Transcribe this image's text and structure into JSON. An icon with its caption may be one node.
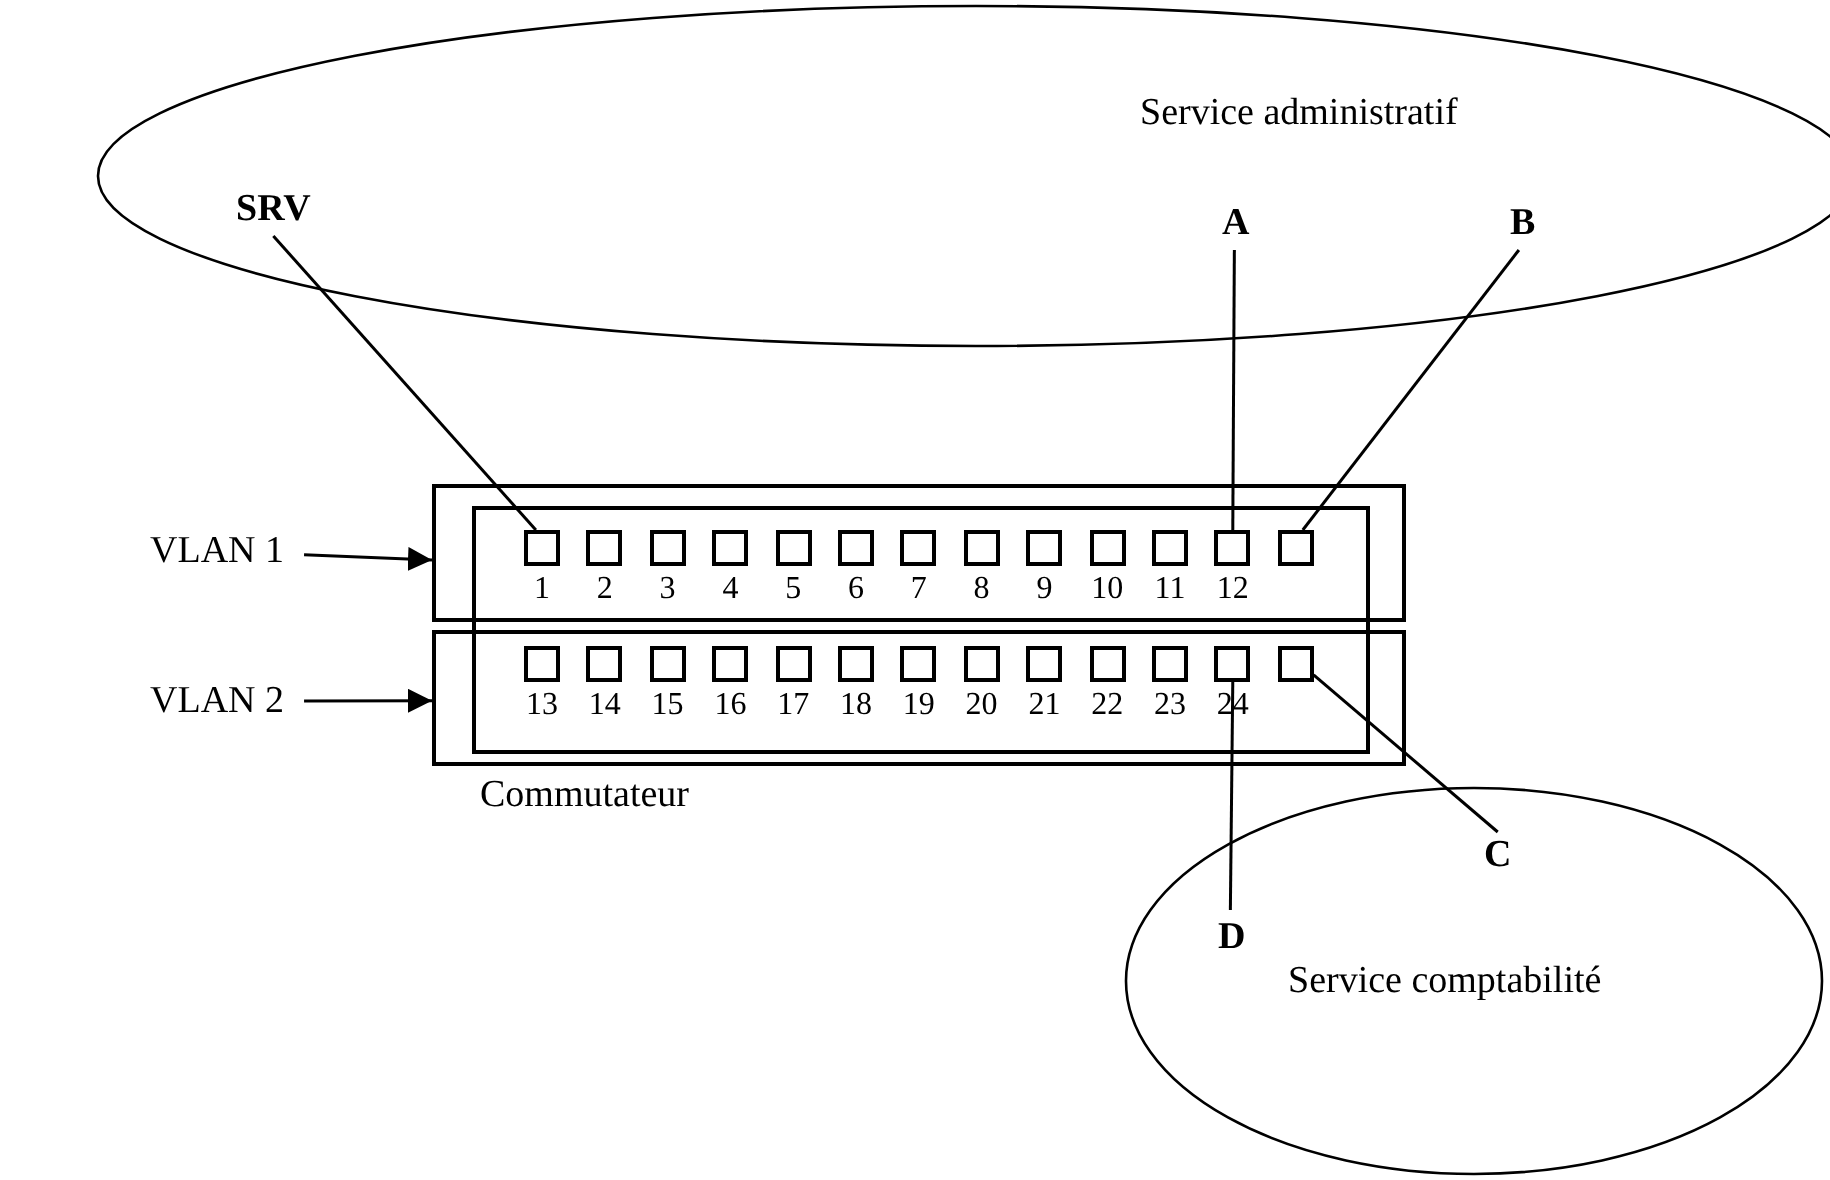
{
  "diagram": {
    "nodes": [
      {
        "text": [
          "Service administratif"
        ]
      },
      {
        "text": [
          "SRV"
        ],
        "in": 0
      },
      {
        "text": [
          "A"
        ],
        "in": 0
      },
      {
        "text": [
          "B"
        ],
        "in": 0
      },
      {
        "text": [
          "VLAN 1"
        ]
      },
      {
        "text": [
          "VLAN 2"
        ]
      },
      {
        "text": [],
        "shape": "box"
      },
      {
        "text": [],
        "shape": "box"
      },
      {
        "text": [],
        "shape": "box"
      },
      {
        "text": [],
        "shape": "box",
        "beside": [
          "1"
        ]
      },
      {
        "text": [],
        "shape": "box",
        "beside": [
          "2"
        ]
      },
      {
        "text": [],
        "shape": "box",
        "beside": [
          "3"
        ]
      },
      {
        "text": [],
        "shape": "box",
        "beside": [
          "4"
        ]
      },
      {
        "text": [],
        "shape": "box",
        "beside": [
          "5"
        ]
      },
      {
        "text": [],
        "shape": "box",
        "beside": [
          "6"
        ]
      },
      {
        "text": [],
        "shape": "box",
        "beside": [
          "7"
        ]
      },
      {
        "text": [],
        "shape": "box",
        "beside": [
          "8"
        ]
      },
      {
        "text": [],
        "shape": "box",
        "beside": [
          "9"
        ]
      },
      {
        "text": [],
        "shape": "box",
        "beside": [
          "10"
        ]
      },
      {
        "text": [],
        "shape": "box",
        "beside": [
          "11"
        ]
      },
      {
        "text": [],
        "shape": "box",
        "beside": [
          "12"
        ]
      },
      {
        "text": [],
        "shape": "box"
      },
      {
        "text": [],
        "shape": "box",
        "beside": [
          "13"
        ],
        "in": 7
      },
      {
        "text": [],
        "shape": "box",
        "beside": [
          "14"
        ],
        "in": 7
      },
      {
        "text": [],
        "shape": "box",
        "beside": [
          "15"
        ],
        "in": 7
      },
      {
        "text": [],
        "shape": "box",
        "beside": [
          "16"
        ],
        "in": 7
      },
      {
        "text": [],
        "shape": "box",
        "beside": [
          "17"
        ],
        "in": 7
      },
      {
        "text": [],
        "shape": "box",
        "beside": [
          "18"
        ],
        "in": 7
      },
      {
        "text": [],
        "shape": "box",
        "beside": [
          "19"
        ],
        "in": 7
      },
      {
        "text": [],
        "shape": "box",
        "beside": [
          "20"
        ],
        "in": 7
      },
      {
        "text": [],
        "shape": "box",
        "beside": [
          "21"
        ],
        "in": 7
      },
      {
        "text": [],
        "shape": "box",
        "beside": [
          "22"
        ],
        "in": 7
      },
      {
        "text": [],
        "shape": "box",
        "beside": [
          "23"
        ],
        "in": 7
      },
      {
        "text": [],
        "shape": "box",
        "beside": [
          "24"
        ],
        "in": 7
      },
      {
        "text": [],
        "shape": "box",
        "in": 7
      },
      {
        "text": [
          "Service comptabilité"
        ]
      },
      {
        "text": [
          "C"
        ],
        "in": 35
      },
      {
        "text": [
          "D"
        ],
        "in": 35
      }
    ],
    "edges": [
      {
        "from": 1,
        "to": 9,
        "arrow": "none"
      },
      {
        "from": 2,
        "to": 20,
        "arrow": "none"
      },
      {
        "from": 3,
        "to": 21,
        "arrow": "none"
      },
      {
        "from": 4,
        "to": 6,
        "arrow": "to"
      },
      {
        "from": 5,
        "to": 7,
        "arrow": "to"
      },
      {
        "from": 36,
        "to": 34,
        "arrow": "none"
      },
      {
        "from": 37,
        "to": 33,
        "arrow": "none"
      }
    ],
    "labels": [
      "Commutateur"
    ]
  }
}
